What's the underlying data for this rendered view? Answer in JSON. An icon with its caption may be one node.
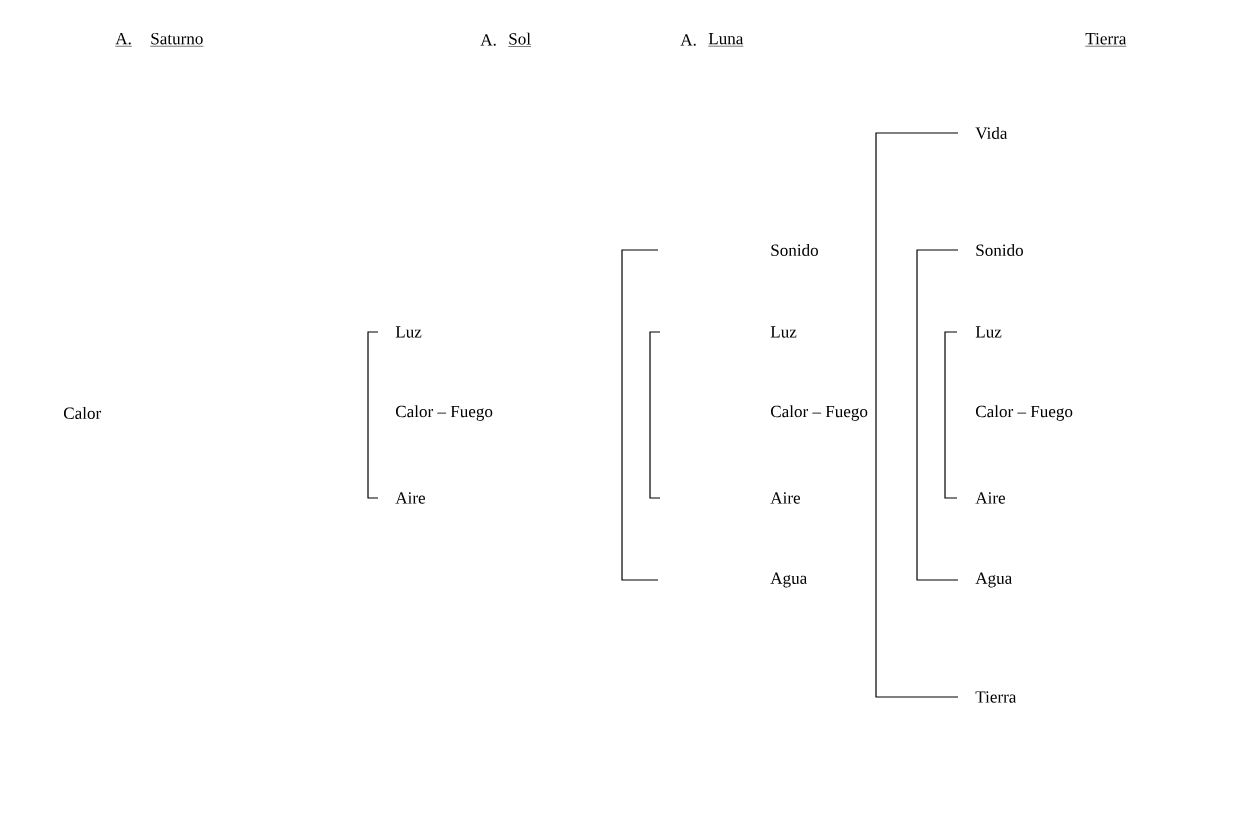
{
  "diagram": {
    "labels": [
      "A.",
      "Saturno",
      "A.",
      "Sol",
      "A.",
      "Luna",
      "Tierra",
      "Vida",
      "Sonido",
      "Sonido",
      "Luz",
      "Luz",
      "Luz",
      "Calor",
      "Calor – Fuego",
      "Calor – Fuego",
      "Calor – Fuego",
      "Aire",
      "Aire",
      "Aire",
      "Agua",
      "Agua",
      "Tierra"
    ]
  }
}
